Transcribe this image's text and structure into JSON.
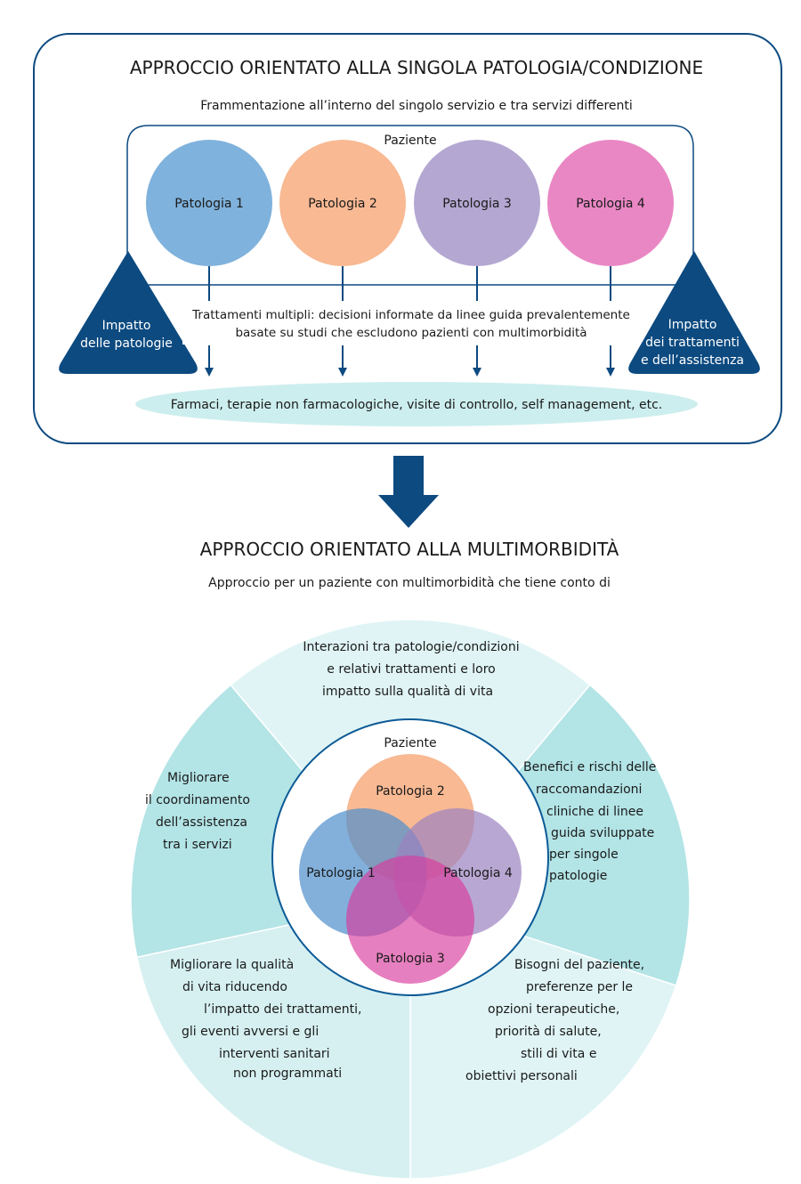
{
  "top": {
    "title": "APPROCCIO ORIENTATO ALLA SINGOLA PATOLOGIA/CONDIZIONE",
    "subtitle": "Frammentazione all’interno del singolo servizio e tra servizi differenti",
    "patient_label": "Paziente",
    "conditions": [
      "Patologia 1",
      "Patologia 2",
      "Patologia 3",
      "Patologia 4"
    ],
    "condition_colors": [
      "#7fb2dc",
      "#f8b993",
      "#b4a7d2",
      "#e987c4"
    ],
    "left_triangle": [
      "Impatto",
      "delle patologie"
    ],
    "right_triangle": [
      "Impatto",
      "dei trattamenti",
      "e dell’assistenza"
    ],
    "treatments_text": [
      "Trattamenti multipli: decisioni informate da linee guida prevalentemente",
      "basate su studi che escludono pazienti con multimorbidità"
    ],
    "bottom_oval": "Farmaci, terapie non farmacologiche, visite di controllo, self management, etc.",
    "colors": {
      "navy": "#0c4a80",
      "oval": "#cdeeee"
    }
  },
  "bottom": {
    "title": "APPROCCIO ORIENTATO ALLA MULTIMORBIDITÀ",
    "subtitle": "Approccio per un paziente con multimorbidità che tiene conto di",
    "patient_label": "Paziente",
    "venn": [
      "Patologia 2",
      "Patologia 1",
      "Patologia 4",
      "Patologia 3"
    ],
    "segments": {
      "top": [
        "Interazioni tra patologie/condizioni",
        "e relativi trattamenti e loro",
        "impatto sulla qualità di vita"
      ],
      "right": [
        "Benefici e rischi delle",
        "raccomandazioni",
        "cliniche di linee",
        "guida sviluppate",
        "per singole",
        "patologie"
      ],
      "bottom_right": [
        "Bisogni del paziente,",
        "preferenze per le",
        "opzioni terapeutiche,",
        "priorità di salute,",
        "stili di vita e",
        "obiettivi personali"
      ],
      "bottom_left": [
        "Migliorare la qualità",
        "di vita riducendo",
        "l’impatto dei trattamenti,",
        "gli eventi avversi e gli",
        "interventi sanitari",
        "non programmati"
      ],
      "left": [
        "Migliorare",
        "il coordinamento",
        "dell’assistenza",
        "tra i servizi"
      ]
    },
    "colors": {
      "dark_segment": "#b3e4e6",
      "light_segment": "#e0f4f5",
      "ring": "#0c5a96"
    }
  }
}
